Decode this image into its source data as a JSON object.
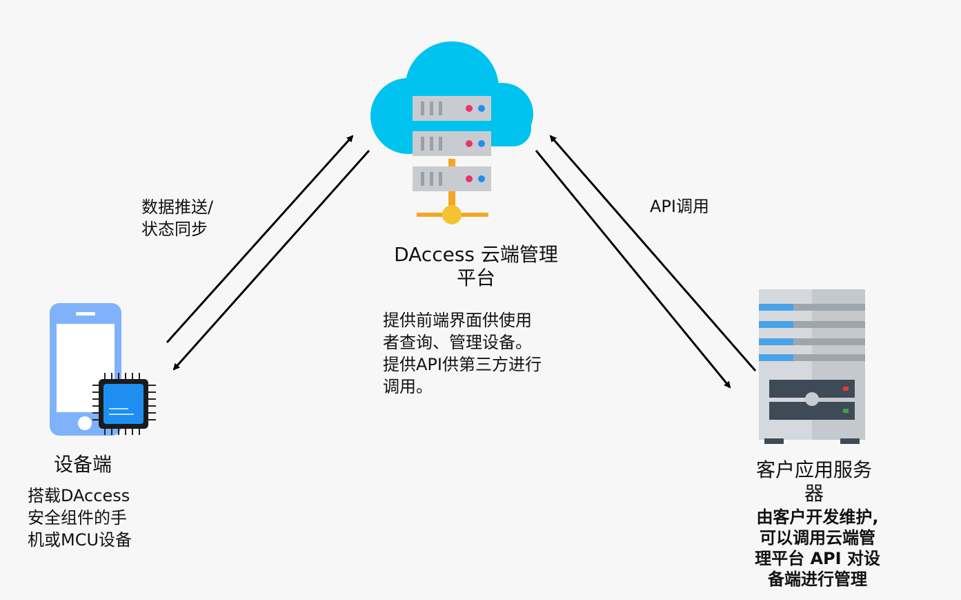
{
  "cloud": {
    "title_lines": [
      "DAccess 云端管理",
      "平台"
    ],
    "desc_lines": [
      "提供前端界面供使用",
      "者查询、管理设备。",
      "提供API供第三方进行",
      "调用。"
    ]
  },
  "left_link": {
    "label_lines": [
      "数据推送/",
      "状态同步"
    ]
  },
  "right_link": {
    "label_lines": [
      "API调用"
    ]
  },
  "device": {
    "title_lines": [
      "设备端"
    ],
    "desc_lines": [
      "搭载DAccess",
      "安全组件的手",
      "机或MCU设备"
    ]
  },
  "client": {
    "title_lines": [
      "客户应用服务",
      "器"
    ],
    "desc_lines": [
      "由客户开发维护,",
      "可以调用云端管",
      "理平台 API 对设",
      "备端进行管理"
    ]
  },
  "colors": {
    "cloud": "#00c2ef",
    "server_unit": "#c8ccd1",
    "connector": "#f5a623",
    "phone": "#7fb2fb",
    "chip": "#1e8ff0",
    "tower_light": "#d5d9dd",
    "tower_dark": "#3f4a57",
    "arrow": "#000000"
  }
}
